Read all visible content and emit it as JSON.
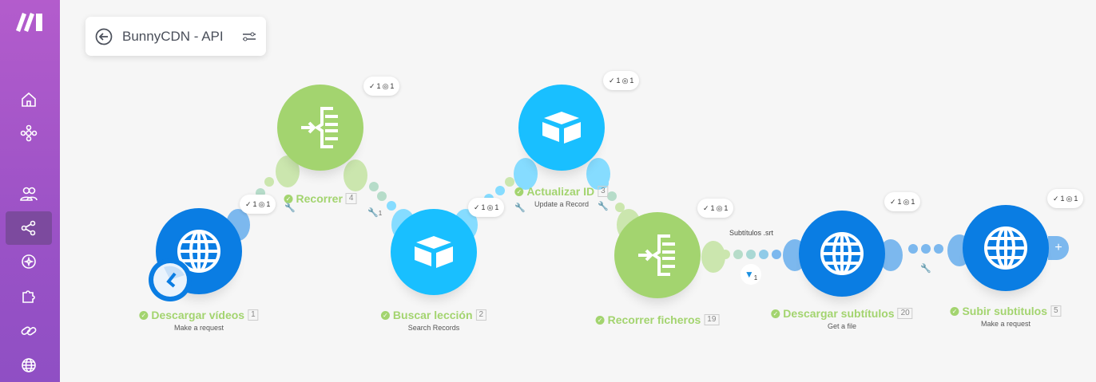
{
  "scenario": {
    "title": "BunnyCDN - API"
  },
  "sidebar": {
    "items": [
      "home",
      "scenarios-hub",
      "team",
      "scenarios",
      "ai",
      "apps",
      "connections",
      "webhooks"
    ],
    "active": "scenarios"
  },
  "modules": [
    {
      "name": "Descargar vídeos",
      "num": "1",
      "sub": "Make a request",
      "type": "http",
      "ops": "1",
      "bundles": "1"
    },
    {
      "name": "Recorrer",
      "num": "4",
      "sub": "",
      "type": "iterator",
      "ops": "1",
      "bundles": "1"
    },
    {
      "name": "Buscar lección",
      "num": "2",
      "sub": "Search Records",
      "type": "airtable",
      "ops": "1",
      "bundles": "1"
    },
    {
      "name": "Actualizar ID",
      "num": "3",
      "sub": "Update a Record",
      "type": "airtable",
      "ops": "1",
      "bundles": "1"
    },
    {
      "name": "Recorrer ficheros",
      "num": "19",
      "sub": "",
      "type": "iterator",
      "ops": "1",
      "bundles": "1"
    },
    {
      "name": "Descargar subtítulos",
      "num": "20",
      "sub": "Get a file",
      "type": "http",
      "ops": "1",
      "bundles": "1"
    },
    {
      "name": "Subir subtitulos",
      "num": "5",
      "sub": "Make a request",
      "type": "http",
      "ops": "1",
      "bundles": "1"
    }
  ],
  "filter": {
    "label": "Subtítulos .srt",
    "count": "1"
  },
  "route_counts": {
    "recorrer_wrench": "1"
  },
  "colors": {
    "http": "#0a7de3",
    "airtable": "#19bfff",
    "iterator": "#a3d46f",
    "sidebar": "#a855c8"
  }
}
